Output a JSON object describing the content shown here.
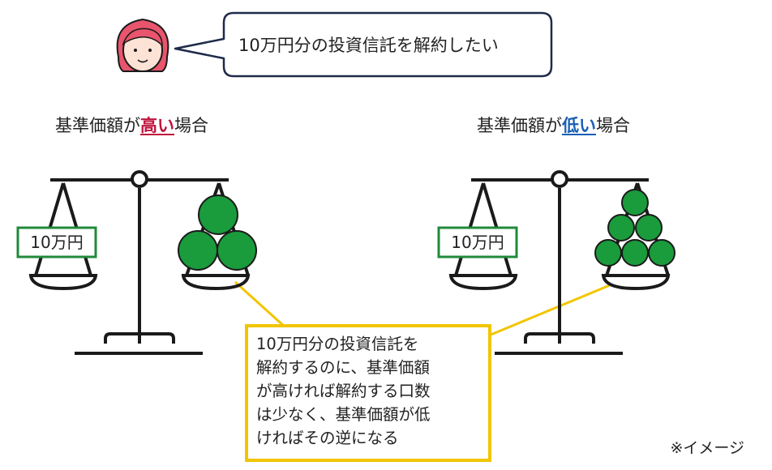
{
  "speech": {
    "text": "10万円分の投資信託を解約したい"
  },
  "left_case": {
    "caption_prefix": "基準価額が",
    "caption_highlight": "高い",
    "caption_suffix": "場合",
    "highlight_color": "#c0143c",
    "money_label": "10万円",
    "ball_count": 3
  },
  "right_case": {
    "caption_prefix": "基準価額が",
    "caption_highlight": "低い",
    "caption_suffix": "場合",
    "highlight_color": "#1a5fb4",
    "money_label": "10万円",
    "ball_count": 6
  },
  "explanation": {
    "lines": [
      "10万円分の投資信託を",
      "解約するのに、基準価額",
      "が高ければ解約する口数",
      "は少なく、基準価額が低",
      "ければその逆になる"
    ]
  },
  "footnote": "※イメージ",
  "colors": {
    "scale": "#1a1a1a",
    "money_border": "#1f8a3a",
    "ball_fill": "#1a9b3c",
    "callout_border": "#f2c500",
    "speech_border": "#1f2a4a",
    "face_hair": "#e8556d",
    "face_skin": "#fde3d6"
  }
}
